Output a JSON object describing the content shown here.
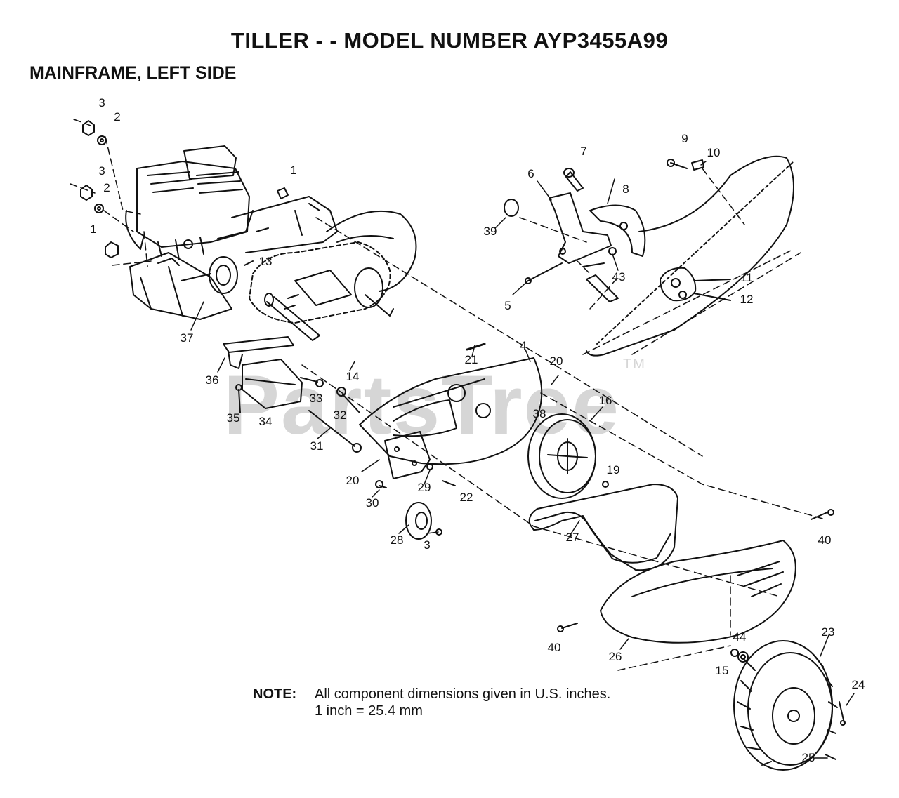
{
  "title": "TILLER - - MODEL NUMBER AYP3455A99",
  "subtitle": "MAINFRAME, LEFT SIDE",
  "watermark": {
    "text": "PartsTree",
    "tm": "TM"
  },
  "note": {
    "label": "NOTE:",
    "line1": "All component dimensions given in U.S. inches.",
    "line2": "1 inch = 25.4 mm"
  },
  "callouts": [
    "3",
    "2",
    "3",
    "2",
    "1",
    "1",
    "13",
    "37",
    "36",
    "35",
    "34",
    "33",
    "32",
    "31",
    "14",
    "20",
    "30",
    "29",
    "22",
    "28",
    "3",
    "21",
    "4",
    "20",
    "38",
    "16",
    "19",
    "27",
    "40",
    "40",
    "26",
    "15",
    "44",
    "23",
    "24",
    "25",
    "7",
    "6",
    "39",
    "8",
    "43",
    "5",
    "9",
    "10",
    "11",
    "12"
  ]
}
